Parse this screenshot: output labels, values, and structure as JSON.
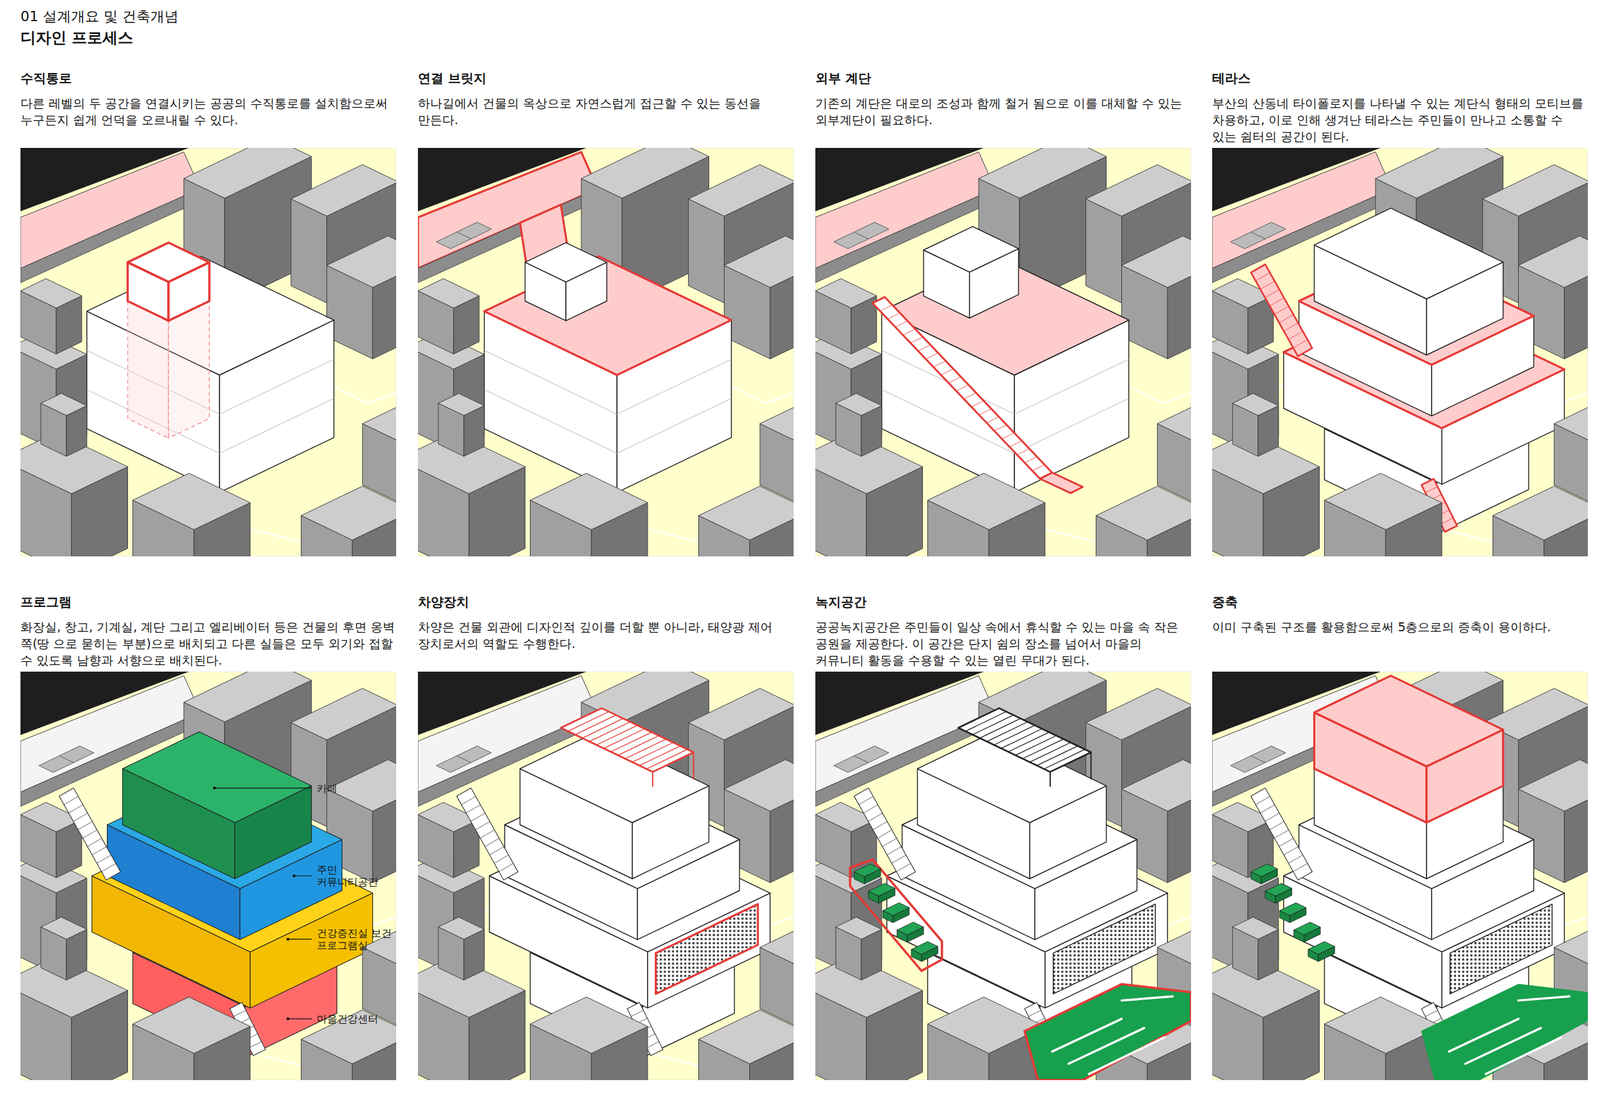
{
  "diagram": {
    "title": "디자인 프로세스",
    "nodes": [
      {
        "text": [
          "수직통로",
          "다른 레벨의 두 공간을 연결시키는 공공의 수직통로를 설치함으로써 누구든지 쉽게 언덕을 오르내릴 수 있다."
        ]
      },
      {
        "text": [
          "연결 브릿지",
          "하나길에서 건물의 옥상으로 자연스럽게 접근할 수 있는 동선을 만든다."
        ]
      },
      {
        "text": [
          "외부 계단",
          "기존의 계단은 대로의 조성과 함께 철거 됨으로 이를 대체할 수 있는 외부계단이 필요하다."
        ]
      },
      {
        "text": [
          "테라스",
          "부산의 산동네 타이폴로지를 나타낼 수 있는 계단식 형태의 모티브를 차용하고, 이로 인해 생겨난 테라스는 주민들이 만나고 소통할 수 있는 쉼터의 공간이 된다."
        ]
      },
      {
        "text": [
          "프로그램",
          "화장실, 창고, 기계실, 계단 그리고 엘리베이터 등은 건물의 후면 옹벽 쪽(땅 으로 묻히는 부분)으로 배치되고 다른 실들은 모두 외기와 접할 수 있도록 남향과 서향으로 배치된다."
        ]
      },
      {
        "text": [
          "차양장치",
          "차양은 건물 외관에 디자인적 깊이를 더할 뿐 아니라, 태양광 제어 장치로서의 역할도 수행한다."
        ]
      },
      {
        "text": [
          "녹지공간",
          "공공녹지공간은 주민들이 일상 속에서 휴식할 수 있는 마을 속 작은 공원을 제공한다. 이 공간은 단지 쉼의 장소를 넘어서 마을의 커뮤니티 활동을 수용할 수 있는 열린 무대가 된다."
        ]
      },
      {
        "text": [
          "증축",
          "이미 구축된 구조를 활용함으로써 5층으로의 증축이 용이하다."
        ]
      }
    ],
    "labels": [
      "01 설계개요 및 건축개념",
      "카페",
      "주민 커뮤니티공간",
      "건강증진실 보건 프로그램실",
      "마을건강센터"
    ]
  }
}
